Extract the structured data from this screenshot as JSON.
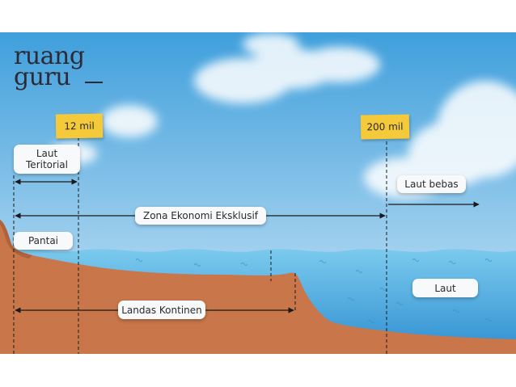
{
  "logo": {
    "line1": "ruang",
    "line2": "guru"
  },
  "markers": {
    "left": "12 mil",
    "right": "200 mil"
  },
  "labels": {
    "laut_teritorial": [
      "Laut",
      "Teritorial"
    ],
    "zee": "Zona Ekonomi Eksklusif",
    "laut_bebas": "Laut bebas",
    "pantai": "Pantai",
    "landas_kontinen": "Landas Kontinen",
    "laut": "Laut"
  },
  "colors": {
    "sky_top": "#3f9fdc",
    "sky_bottom": "#cfe7f6",
    "sea_top": "#6ec3ea",
    "sea_bottom": "#2f8fd0",
    "land": "#c8764a",
    "land_shadow": "#b0623a",
    "marker_yellow": "#f4c93a"
  }
}
